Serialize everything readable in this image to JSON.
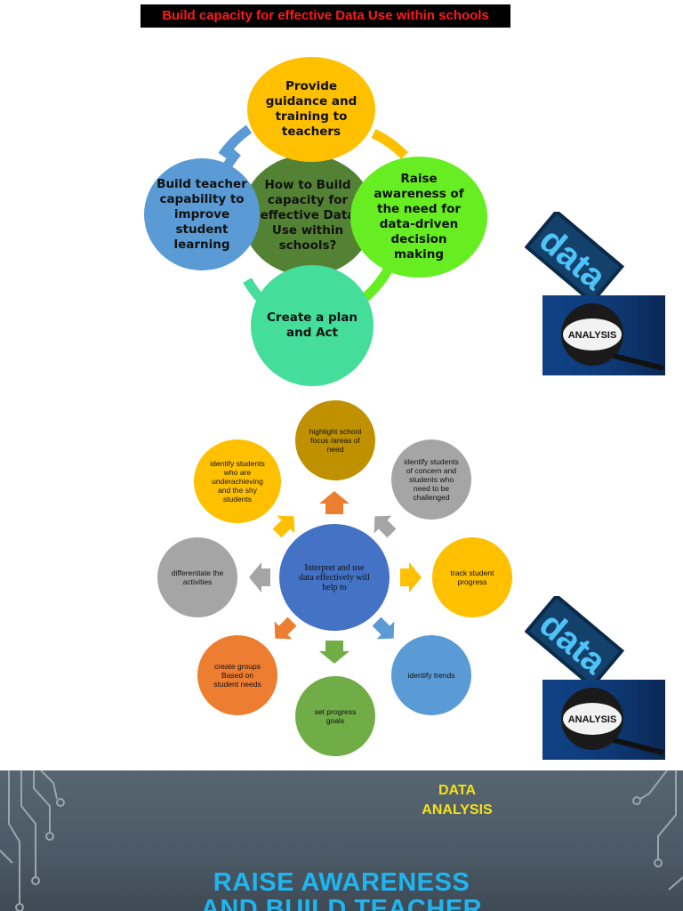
{
  "banner": "Build capacity for effective Data Use within schools",
  "cycle": {
    "center": "How to Build capacity for effective Data Use within schools?",
    "nodes": {
      "top": "Provide guidance and training to teachers",
      "right": "Raise awareness of the need for data-driven decision making",
      "bottom": "Create a plan and Act",
      "left": "Build teacher capability to improve student learning"
    },
    "colors": {
      "top": "#ffc000",
      "right": "#66ee22",
      "bottom": "#44dd99",
      "left": "#5b9bd5",
      "center": "#548235"
    }
  },
  "radial": {
    "center": "Interpret and use data effectively will help to",
    "nodes": {
      "top": "highlight school focus /areas of need",
      "top_right": "identify students of concern and students who need to be challenged",
      "right": "track student progress",
      "bottom_right": "identify trends",
      "bottom": "set progress goals",
      "bottom_left": "create groups Based on student needs",
      "left": "differentiate the activities",
      "top_left": "identify students who are underachieving and the shy students"
    }
  },
  "images": {
    "data_word": "data",
    "analysis_word": "ANALYSIS"
  },
  "bottom_section": {
    "label": "DATA ANALYSIS",
    "title_line1": "RAISE AWARENESS",
    "title_line2": "AND BUILD TEACHER"
  }
}
